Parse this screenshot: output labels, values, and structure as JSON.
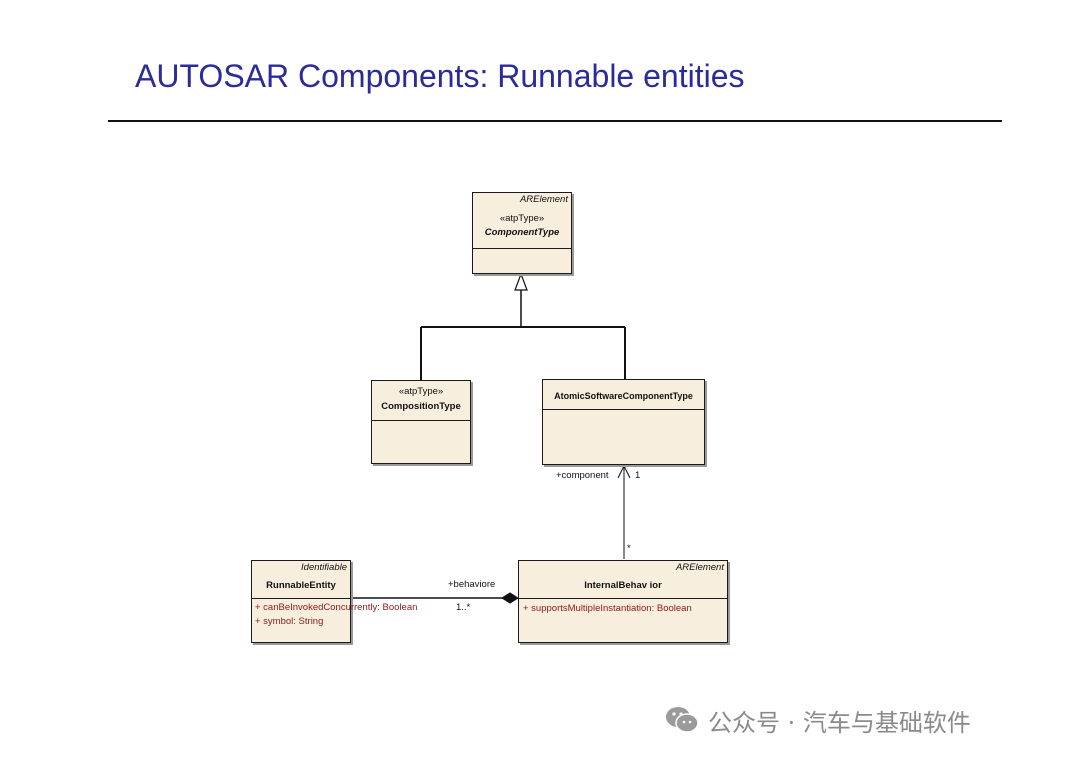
{
  "slide": {
    "title": "AUTOSAR Components: Runnable entities"
  },
  "diagram": {
    "component_type": {
      "parent": "ARElement",
      "stereotype": "«atpType»",
      "name": "ComponentType"
    },
    "composition_type": {
      "stereotype": "«atpType»",
      "name": "CompositionType"
    },
    "atomic_swc_type": {
      "name": "AtomicSoftwareComponentType"
    },
    "internal_behavior": {
      "parent": "ARElement",
      "name": "InternalBehav ior",
      "attributes": [
        "+   supportsMultipleInstantiation:  Boolean"
      ]
    },
    "runnable_entity": {
      "parent": "Identifiable",
      "name": "RunnableEntity",
      "attributes": [
        "+   canBeInvokedConcurrently:  Boolean",
        "+   symbol:  String"
      ]
    },
    "associations": {
      "component_role": "+component",
      "component_mult": "1",
      "component_many": "*",
      "behavior_role": "+behaviore",
      "behavior_mult": "1..*"
    }
  },
  "watermark": {
    "text": "公众号 · 汽车与基础软件",
    "icon": "wechat-logo-icon"
  }
}
